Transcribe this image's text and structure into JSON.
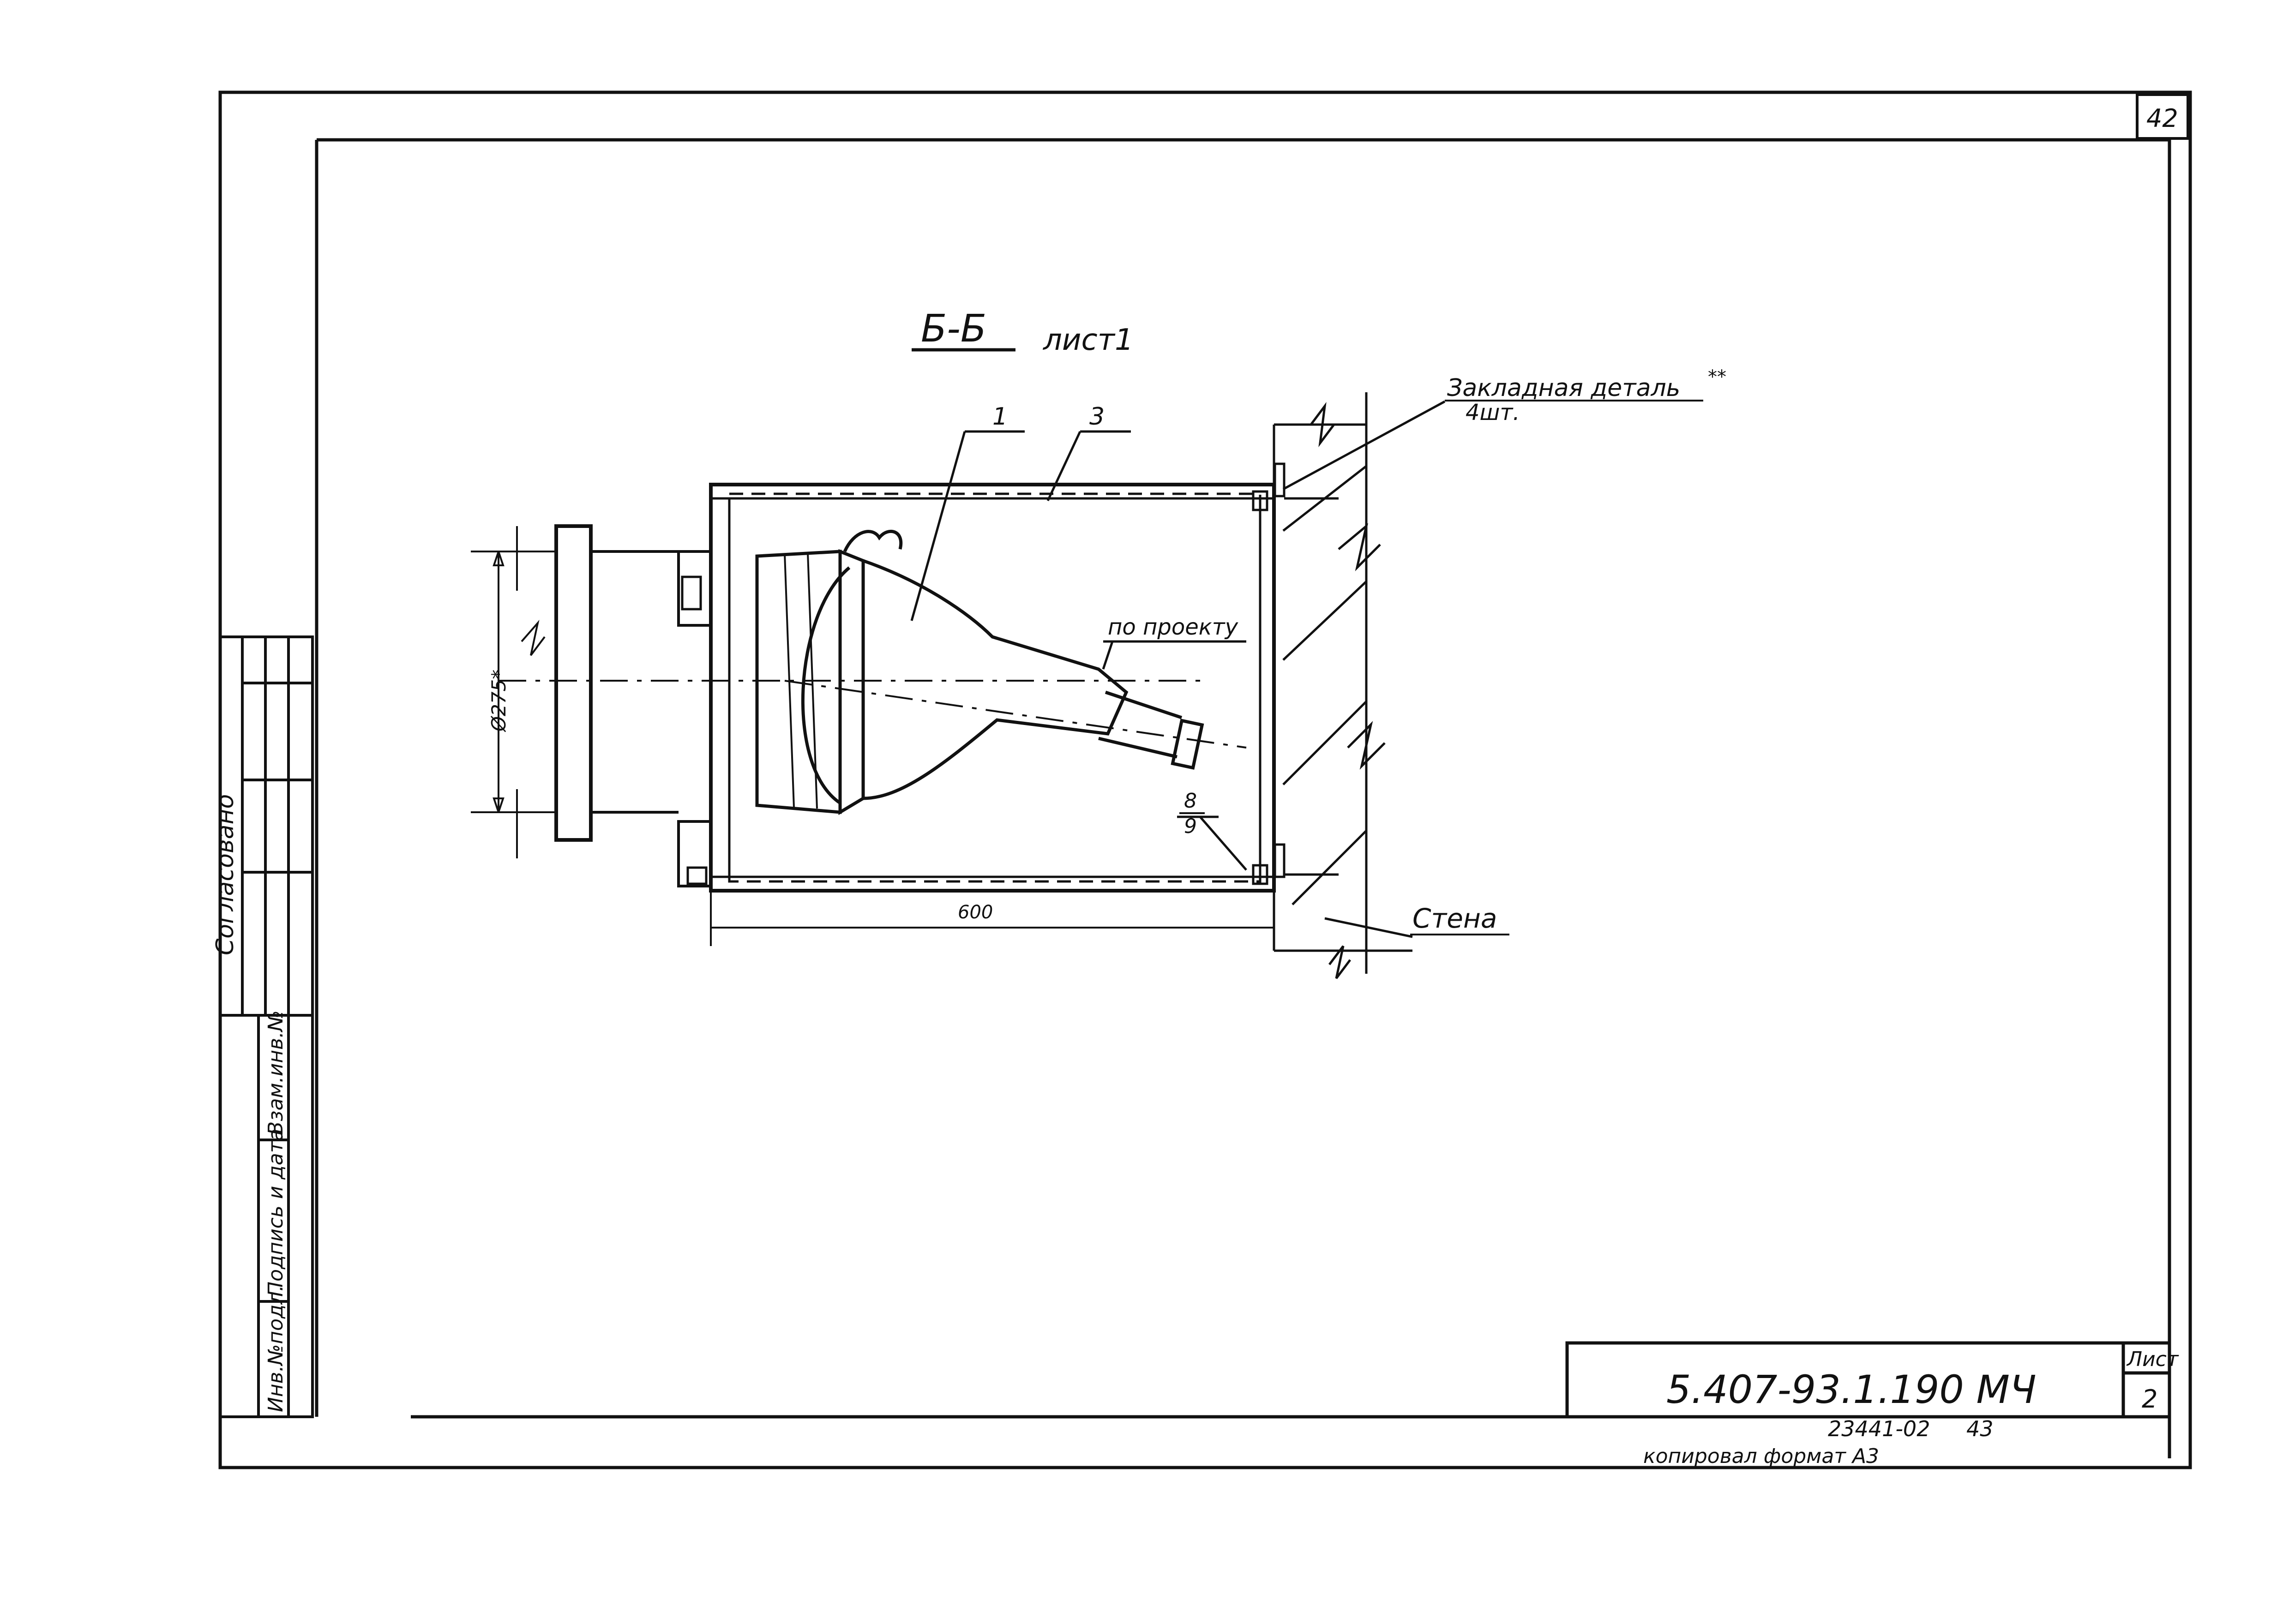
{
  "corner_sheet_number": "42",
  "section": {
    "title": "Б-Б",
    "subtitle": "лист1"
  },
  "callouts": {
    "item_1": "1",
    "item_3": "3",
    "embedded_part": "Закладная деталь",
    "embedded_part_mark": "**",
    "embedded_part_qty": "4шт.",
    "per_project": "по проекту",
    "item_8": "8",
    "item_9": "9",
    "wall": "Стена"
  },
  "dimensions": {
    "width": "600",
    "diameter": "Ø275*"
  },
  "side_stamp": {
    "agreed": "Согласовано",
    "inv_original": "Инв.№подл.",
    "signature_date": "Подпись и дата",
    "replaced_inv": "Взам.инв.№"
  },
  "title_block": {
    "doc_code": "5.407-93.1.190 МЧ",
    "sheet_label": "Лист",
    "sheet_number": "2",
    "archive_number": "23441-02",
    "archive_page": "43",
    "footer_note": "копировал  формат А3"
  }
}
